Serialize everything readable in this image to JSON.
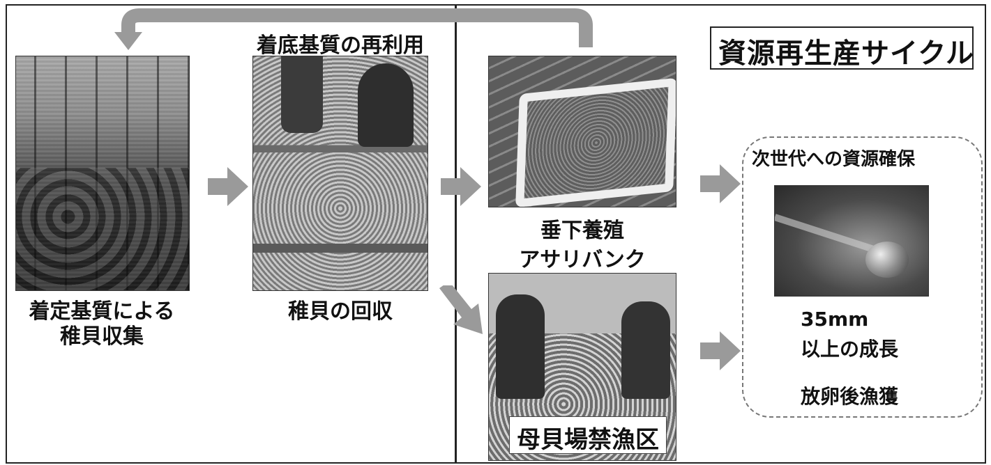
{
  "title": "資源再生産サイクル",
  "photos": [
    {
      "id": "flat",
      "caption_line1": "着定基質による",
      "caption_line2": "稚貝収集"
    },
    {
      "id": "sieve",
      "caption_top": "着底基質の再利用",
      "caption_bottom": "稚貝の回収"
    },
    {
      "id": "box",
      "caption_bottom": "垂下養殖"
    },
    {
      "id": "bank",
      "caption_top": "アサリバンク",
      "caption_bottom": "母貝場禁漁区"
    },
    {
      "id": "clam",
      "panel_title": "次世代への資源確保"
    }
  ],
  "right_panel": {
    "title": "次世代への資源確保",
    "size": "35mm",
    "growth": "以上の成長",
    "harvest": "放卵後漁獲"
  },
  "colors": {
    "arrow": "#9a9a9a",
    "border": "#222222",
    "text": "#111111"
  },
  "icons": [
    "right-arrow-icon",
    "return-arrow-icon",
    "diagonal-arrow-icon"
  ]
}
